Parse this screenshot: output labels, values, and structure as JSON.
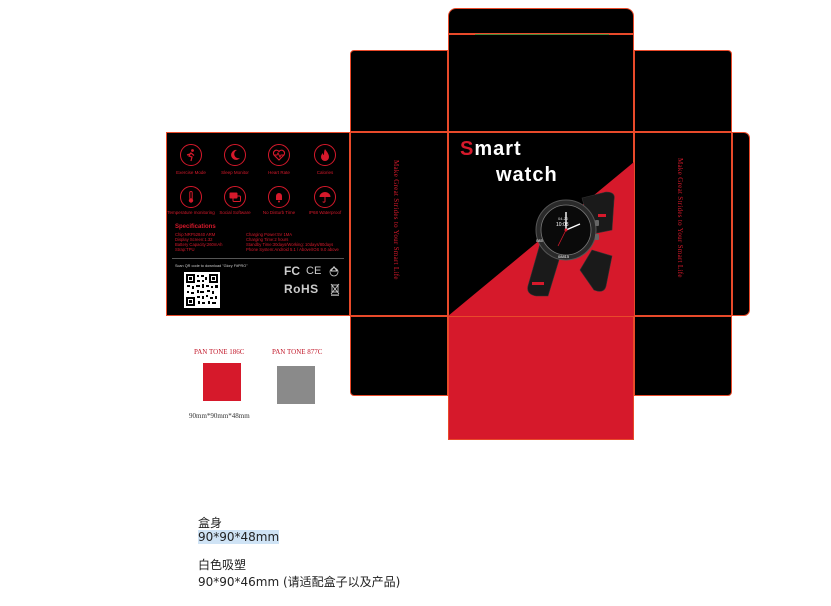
{
  "title_line1_s": "S",
  "title_line1_rest": "mart",
  "title_line2": "watch",
  "slogan_left": "Make Great Strides to Your Smart Life",
  "slogan_right": "Make Great Strides to Your Smart Life",
  "features": [
    {
      "label": "Exercise Mode",
      "icon": "runner-icon"
    },
    {
      "label": "Sleep Monitor",
      "icon": "moon-icon"
    },
    {
      "label": "Heart Rate",
      "icon": "heart-rate-icon"
    },
    {
      "label": "Calories",
      "icon": "flame-icon"
    },
    {
      "label": "Temperature monitoring",
      "icon": "thermometer-icon"
    },
    {
      "label": "Social Software",
      "icon": "chat-icon"
    },
    {
      "label": "No Disturb Time",
      "icon": "do-not-disturb-icon"
    },
    {
      "label": "IP68 Waterproof",
      "icon": "umbrella-icon"
    }
  ],
  "specifications_title": "Specifications",
  "spec_left": [
    "Chip:NRF52840 ARM",
    "Display Screen:1.32",
    "Battery Capacity:260mAh",
    "Strap:TPU"
  ],
  "spec_right": [
    "Charging Power:5V 1MA",
    "Charging Time:2 hours",
    "Standby Time:30days/Working: 10days/80days",
    "Phone System:Android 5.1 / Above/IOS 9.0 above"
  ],
  "qr_caption": "Scan QR code to download \"Glory FitPRO\"",
  "cert_fc": "FC",
  "cert_ce": "CE",
  "cert_rohs": "RoHS",
  "watch_time": "10:08",
  "watch_date": "04-20",
  "watch_hr": "085",
  "watch_steps": "08815",
  "pantone_red_label": "PAN TONE 186C",
  "pantone_gray_label": "PAN TONE 877C",
  "colors": {
    "red": "#d6192b",
    "gray": "#8a8a8a",
    "black": "#000000",
    "outline": "#e94a2a"
  },
  "box_size": "90mm*90mm*48mm",
  "note_box_title": "盒身",
  "note_box_size": "90*90*48mm",
  "note_tray_title": "白色吸塑",
  "note_tray_size": "90*90*46mm (请适配盒子以及产品)"
}
